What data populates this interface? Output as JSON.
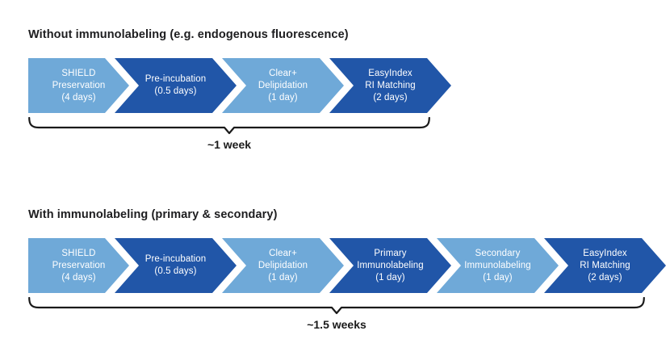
{
  "colors": {
    "light_blue": "#6FA9D8",
    "dark_blue": "#2156A8",
    "chevron_text": "#FFFFFF",
    "title_text": "#1D1D1F",
    "bracket": "#1A1A1A"
  },
  "sections": [
    {
      "title": "Without immunolabeling (e.g. endogenous fluorescence)",
      "duration_label": "~1 week",
      "steps": [
        {
          "color": "light",
          "lines": [
            "SHIELD",
            "Preservation",
            "(4 days)"
          ]
        },
        {
          "color": "dark",
          "lines": [
            "Pre-incubation",
            "(0.5 days)"
          ]
        },
        {
          "color": "light",
          "lines": [
            "Clear+",
            "Delipidation",
            "(1 day)"
          ]
        },
        {
          "color": "dark",
          "lines": [
            "EasyIndex",
            "RI Matching",
            "(2 days)"
          ]
        }
      ]
    },
    {
      "title": "With immunolabeling (primary & secondary)",
      "duration_label": "~1.5 weeks",
      "steps": [
        {
          "color": "light",
          "lines": [
            "SHIELD",
            "Preservation",
            "(4 days)"
          ]
        },
        {
          "color": "dark",
          "lines": [
            "Pre-incubation",
            "(0.5 days)"
          ]
        },
        {
          "color": "light",
          "lines": [
            "Clear+",
            "Delipidation",
            "(1 day)"
          ]
        },
        {
          "color": "dark",
          "lines": [
            "Primary",
            "Immunolabeling",
            "(1 day)"
          ]
        },
        {
          "color": "light",
          "lines": [
            "Secondary",
            "Immunolabeling",
            "(1 day)"
          ]
        },
        {
          "color": "dark",
          "lines": [
            "EasyIndex",
            "RI Matching",
            "(2 days)"
          ]
        }
      ]
    }
  ]
}
